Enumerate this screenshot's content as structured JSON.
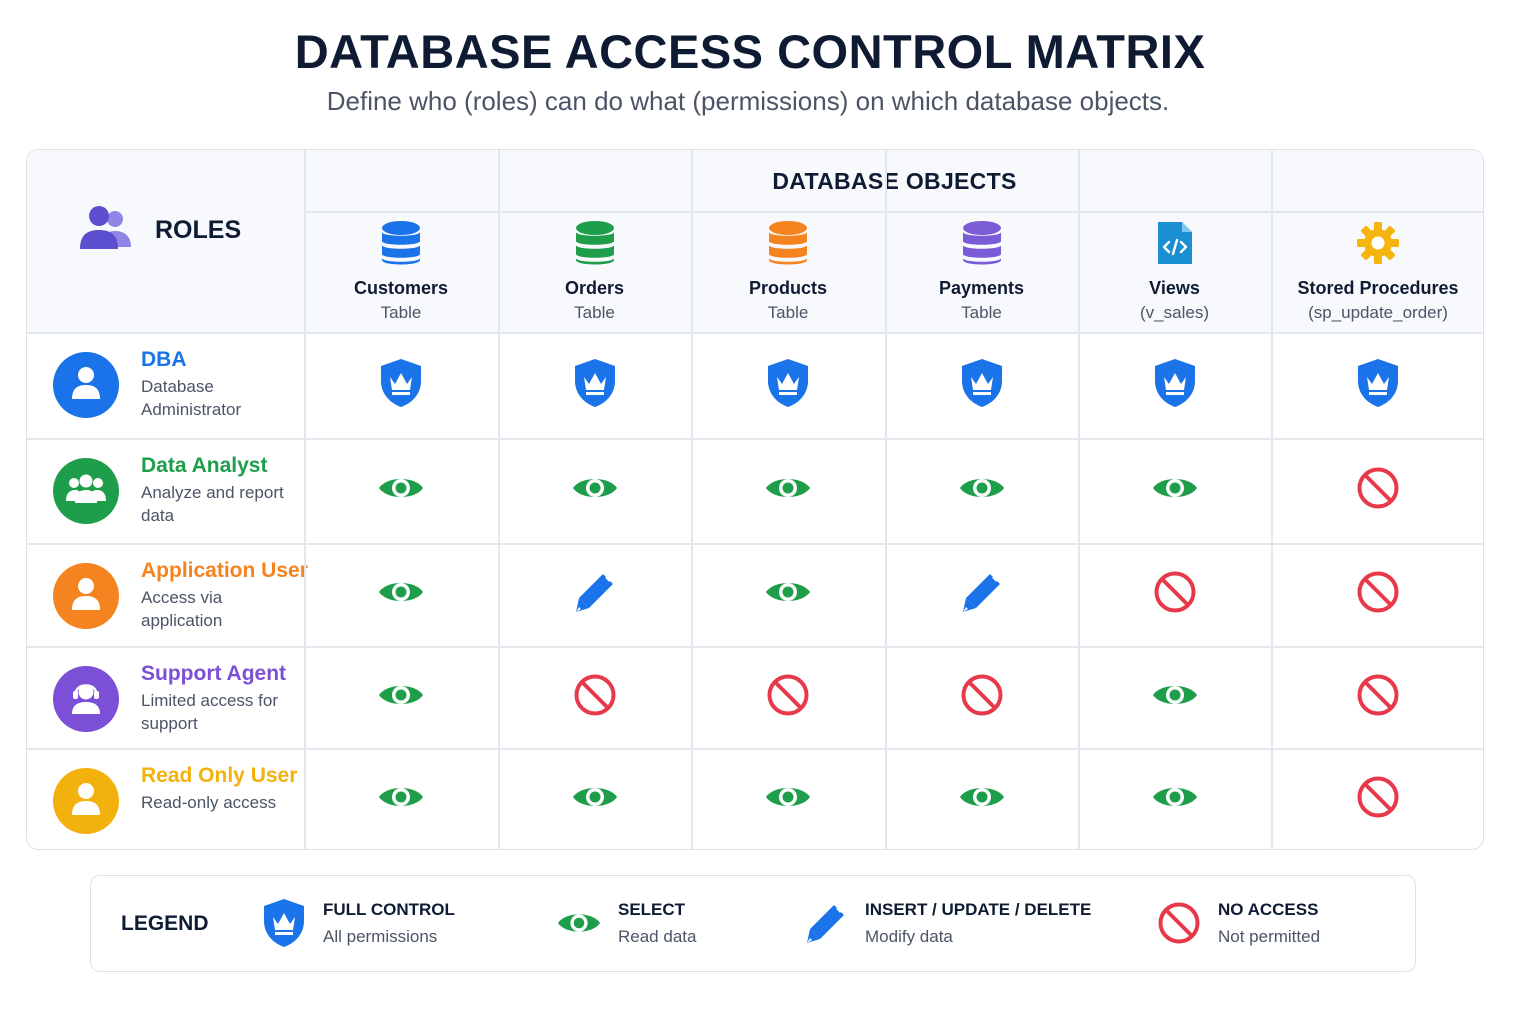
{
  "title": "DATABASE ACCESS CONTROL MATRIX",
  "subtitle": "Define who (roles) can do what (permissions) on which database objects.",
  "roles_header": "ROLES",
  "objects_header": "DATABASE OBJECTS",
  "objects": [
    {
      "name": "Customers",
      "sub": "Table",
      "icon": "database-icon",
      "color": "#1a73e8"
    },
    {
      "name": "Orders",
      "sub": "Table",
      "icon": "database-icon",
      "color": "#1e9e4a"
    },
    {
      "name": "Products",
      "sub": "Table",
      "icon": "database-icon",
      "color": "#f5831f"
    },
    {
      "name": "Payments",
      "sub": "Table",
      "icon": "database-icon",
      "color": "#7b5cd6"
    },
    {
      "name": "Views",
      "sub": "(v_sales)",
      "icon": "code-file-icon",
      "color": "#1a8fd1"
    },
    {
      "name": "Stored Procedures",
      "sub": "(sp_update_order)",
      "icon": "gear-icon",
      "color": "#f5b50e"
    }
  ],
  "roles": [
    {
      "name": "DBA",
      "desc": "Database Administrator",
      "color": "#1a73e8",
      "icon": "user-icon",
      "permissions": [
        "full",
        "full",
        "full",
        "full",
        "full",
        "full"
      ]
    },
    {
      "name": "Data Analyst",
      "desc": "Analyze and report data",
      "color": "#1e9e4a",
      "icon": "group-icon",
      "permissions": [
        "select",
        "select",
        "select",
        "select",
        "select",
        "none"
      ]
    },
    {
      "name": "Application User",
      "desc": "Access via application",
      "color": "#f5831f",
      "icon": "user-icon",
      "permissions": [
        "select",
        "modify",
        "select",
        "modify",
        "none",
        "none"
      ]
    },
    {
      "name": "Support Agent",
      "desc": "Limited access for support",
      "color": "#7b4fd6",
      "icon": "headset-user-icon",
      "permissions": [
        "select",
        "none",
        "none",
        "none",
        "select",
        "none"
      ]
    },
    {
      "name": "Read Only User",
      "desc": "Read-only access",
      "color": "#f2b10c",
      "icon": "user-icon",
      "permissions": [
        "select",
        "select",
        "select",
        "select",
        "select",
        "none"
      ]
    }
  ],
  "legend": {
    "title": "LEGEND",
    "items": [
      {
        "key": "full",
        "name": "FULL CONTROL",
        "desc": "All permissions",
        "icon": "shield-crown-icon"
      },
      {
        "key": "select",
        "name": "SELECT",
        "desc": "Read data",
        "icon": "eye-icon"
      },
      {
        "key": "modify",
        "name": "INSERT / UPDATE / DELETE",
        "desc": "Modify data",
        "icon": "pencil-icon"
      },
      {
        "key": "none",
        "name": "NO ACCESS",
        "desc": "Not permitted",
        "icon": "no-access-icon"
      }
    ]
  },
  "permission_colors": {
    "full": "#1a73e8",
    "select": "#1e9e4a",
    "modify": "#1a73e8",
    "none": "#e8394b"
  }
}
